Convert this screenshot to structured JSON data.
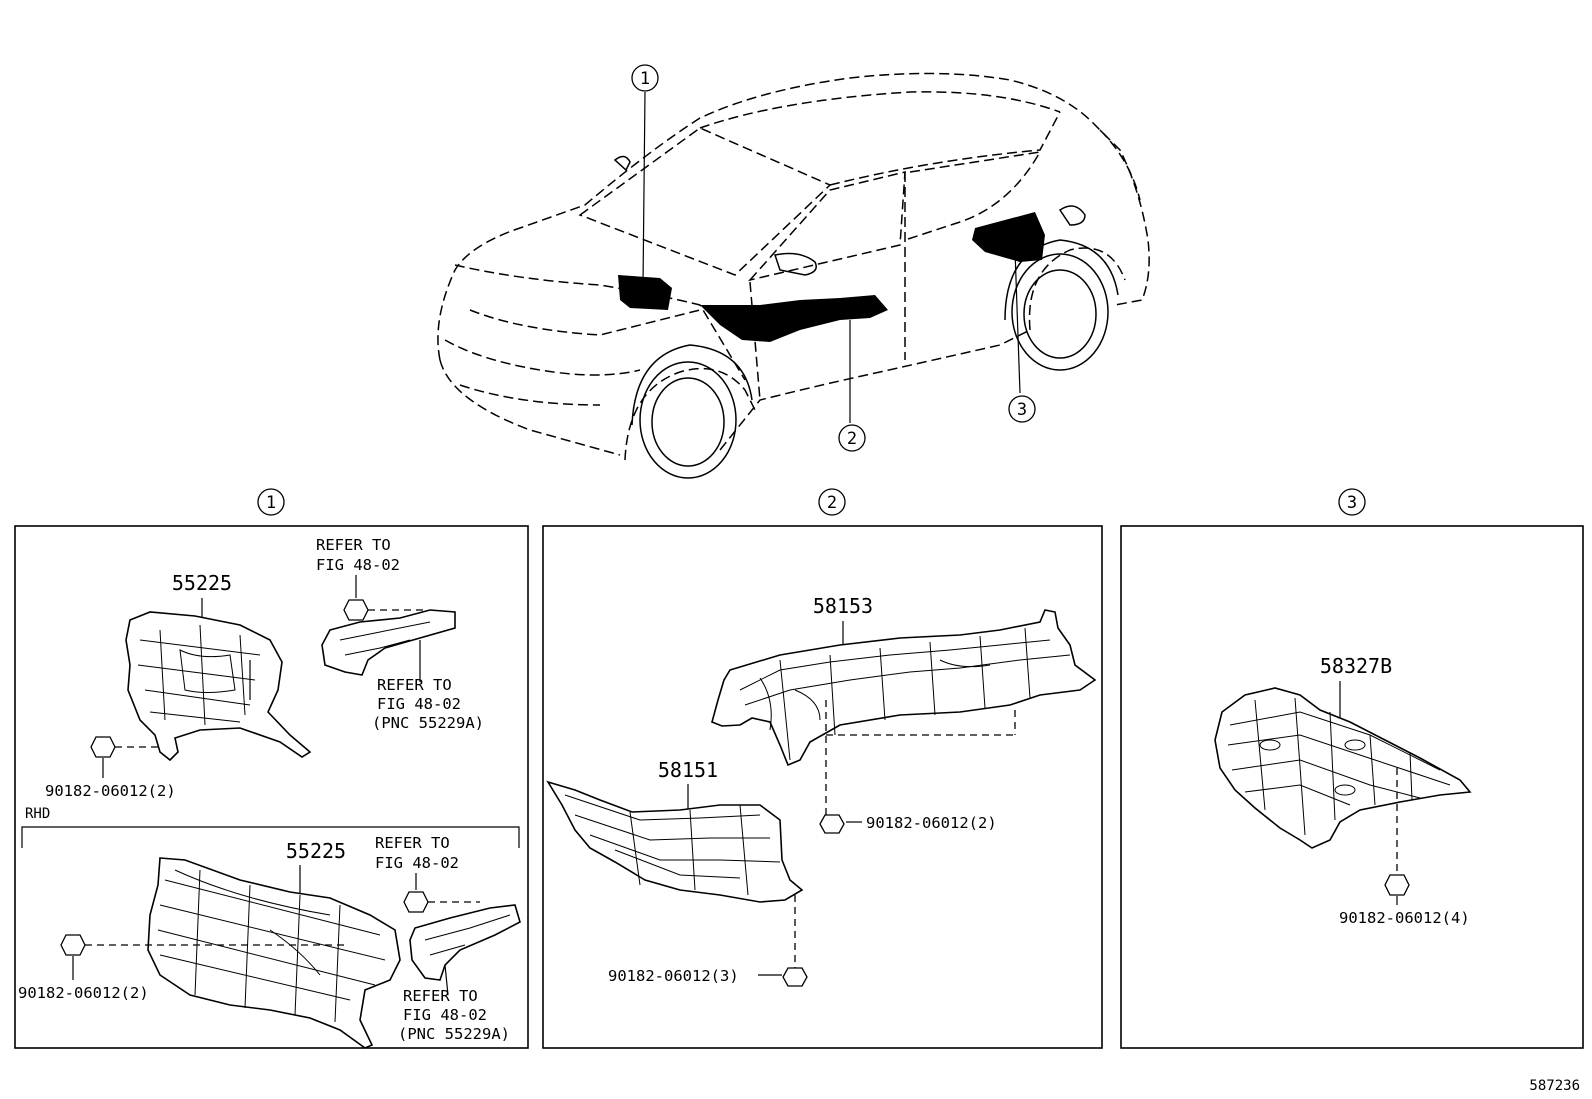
{
  "callouts": {
    "c1": "1",
    "c2": "2",
    "c3": "3"
  },
  "panel1": {
    "part_main": "55225",
    "refer_top": [
      "REFER TO",
      "FIG 48-02"
    ],
    "refer_mid": [
      "REFER TO",
      "FIG 48-02",
      "(PNC 55229A)"
    ],
    "nut_label": "90182-06012(2)",
    "rhd_label": "RHD",
    "rhd_part": "55225",
    "rhd_refer_top": [
      "REFER TO",
      "FIG 48-02"
    ],
    "rhd_refer_bottom": [
      "REFER TO",
      "FIG 48-02",
      "(PNC 55229A)"
    ],
    "rhd_nut_label": "90182-06012(2)"
  },
  "panel2": {
    "part_a": "58153",
    "part_b": "58151",
    "nut_a": "90182-06012(2)",
    "nut_b": "90182-06012(3)"
  },
  "panel3": {
    "part": "58327B",
    "nut": "90182-06012(4)"
  },
  "figure_id": "587236"
}
